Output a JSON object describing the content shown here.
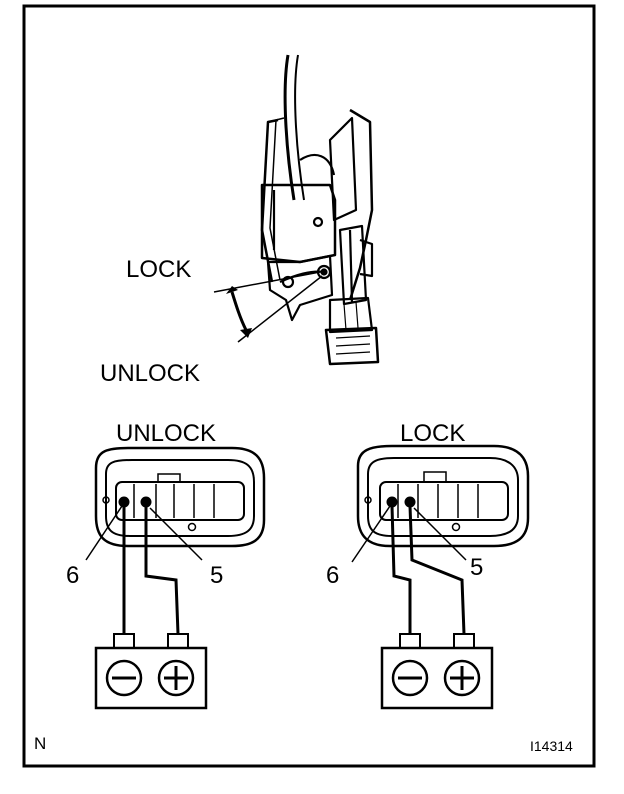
{
  "top_view": {
    "lock_label": "LOCK",
    "unlock_label": "UNLOCK"
  },
  "left_connector": {
    "title": "UNLOCK",
    "pin_left": "6",
    "pin_right": "5"
  },
  "right_connector": {
    "title": "LOCK",
    "pin_left": "6",
    "pin_right": "5"
  },
  "footer": {
    "corner_mark": "N",
    "figure_code": "I14314"
  }
}
